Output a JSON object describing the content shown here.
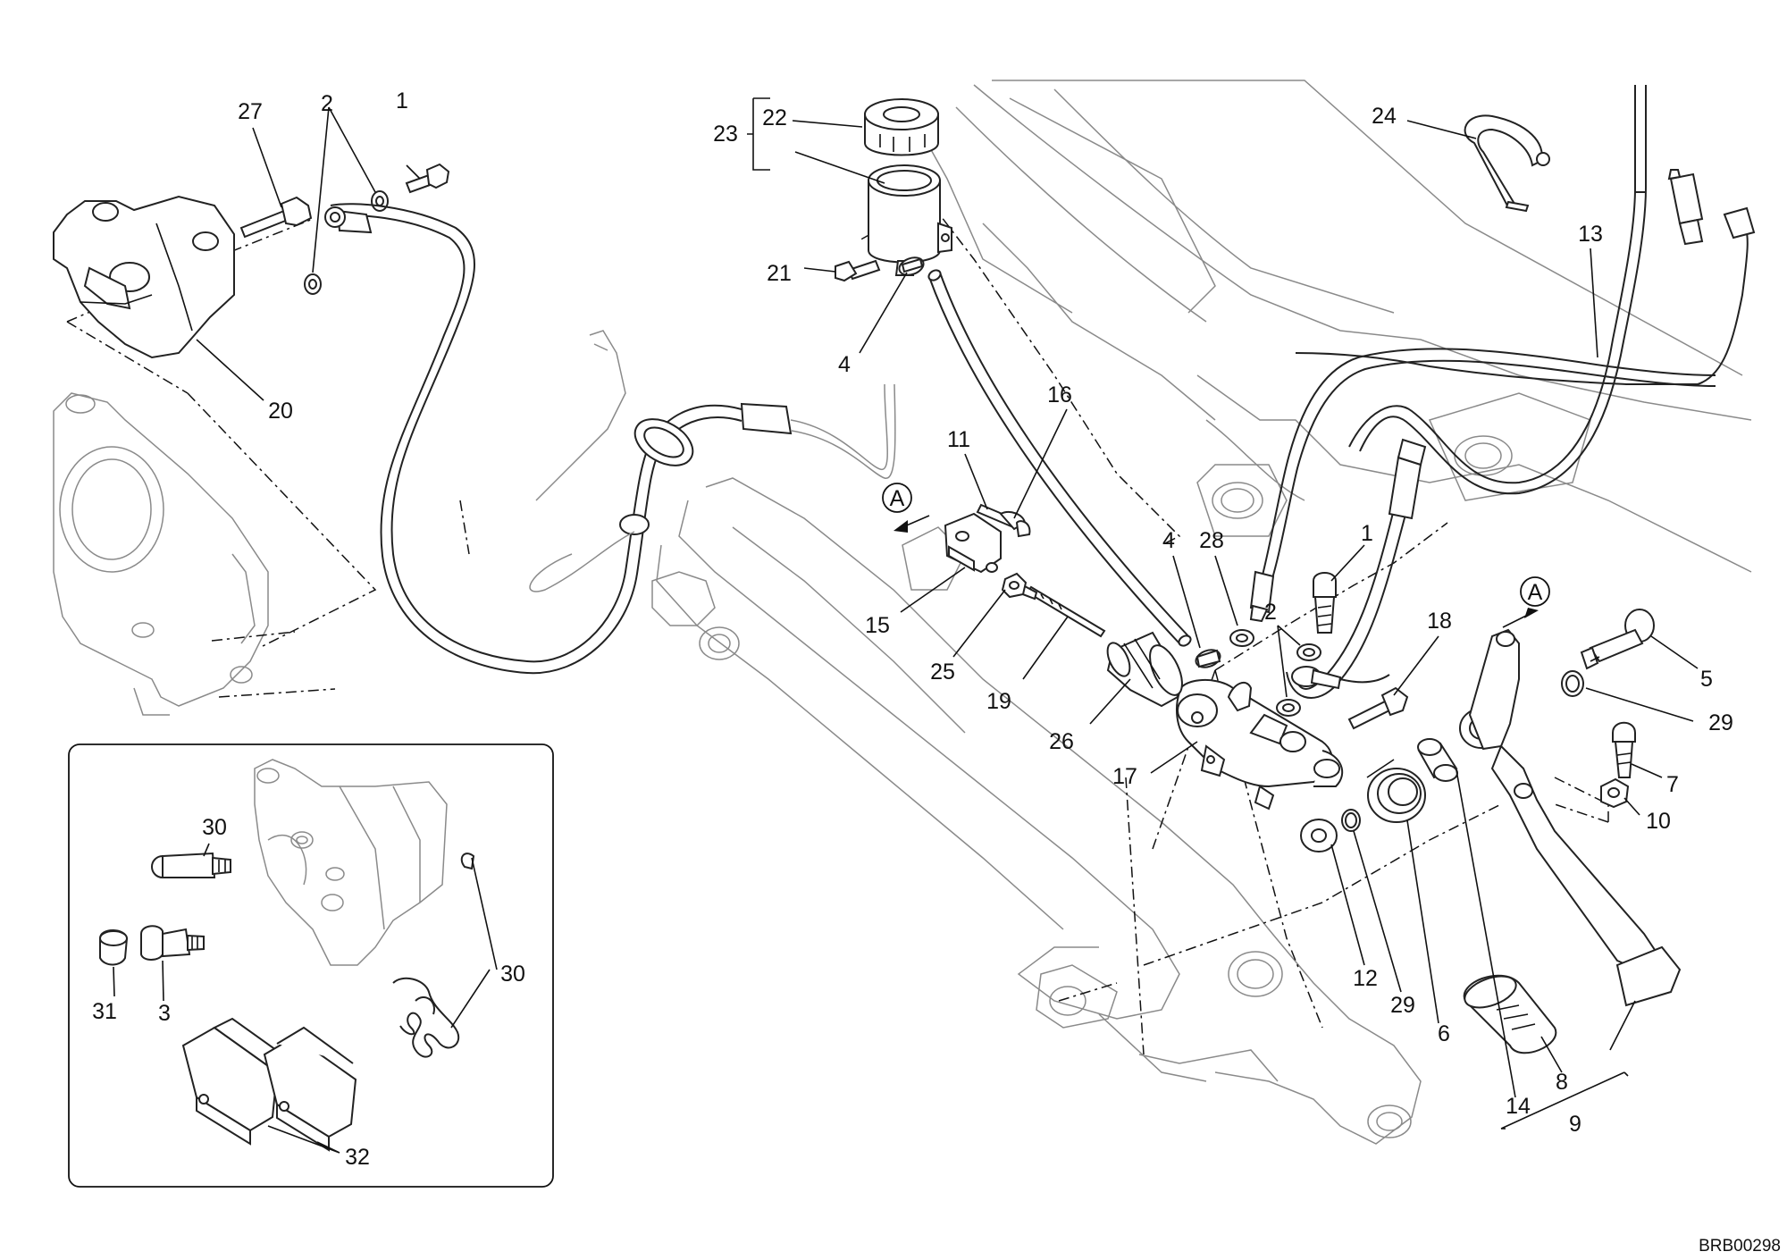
{
  "diagram": {
    "drawing_code": "BRB00298",
    "reference_marker": "A",
    "callouts": [
      {
        "id": "c1a",
        "text": "1"
      },
      {
        "id": "c2a",
        "text": "2"
      },
      {
        "id": "c27",
        "text": "27"
      },
      {
        "id": "c20",
        "text": "20"
      },
      {
        "id": "c23",
        "text": "23"
      },
      {
        "id": "c22",
        "text": "22"
      },
      {
        "id": "c21",
        "text": "21"
      },
      {
        "id": "c4a",
        "text": "4"
      },
      {
        "id": "c24",
        "text": "24"
      },
      {
        "id": "c13",
        "text": "13"
      },
      {
        "id": "c16",
        "text": "16"
      },
      {
        "id": "c11",
        "text": "11"
      },
      {
        "id": "c15",
        "text": "15"
      },
      {
        "id": "c25",
        "text": "25"
      },
      {
        "id": "c19",
        "text": "19"
      },
      {
        "id": "c26",
        "text": "26"
      },
      {
        "id": "c17",
        "text": "17"
      },
      {
        "id": "c28",
        "text": "28"
      },
      {
        "id": "c4b",
        "text": "4"
      },
      {
        "id": "c2b",
        "text": "2"
      },
      {
        "id": "c1b",
        "text": "1"
      },
      {
        "id": "c18",
        "text": "18"
      },
      {
        "id": "c5",
        "text": "5"
      },
      {
        "id": "c29a",
        "text": "29"
      },
      {
        "id": "c7",
        "text": "7"
      },
      {
        "id": "c10",
        "text": "10"
      },
      {
        "id": "c12",
        "text": "12"
      },
      {
        "id": "c29b",
        "text": "29"
      },
      {
        "id": "c6",
        "text": "6"
      },
      {
        "id": "c14",
        "text": "14"
      },
      {
        "id": "c8",
        "text": "8"
      },
      {
        "id": "c9",
        "text": "9"
      },
      {
        "id": "c30a",
        "text": "30"
      },
      {
        "id": "c30b",
        "text": "30"
      },
      {
        "id": "c31",
        "text": "31"
      },
      {
        "id": "c3",
        "text": "3"
      },
      {
        "id": "c32",
        "text": "32"
      }
    ]
  }
}
